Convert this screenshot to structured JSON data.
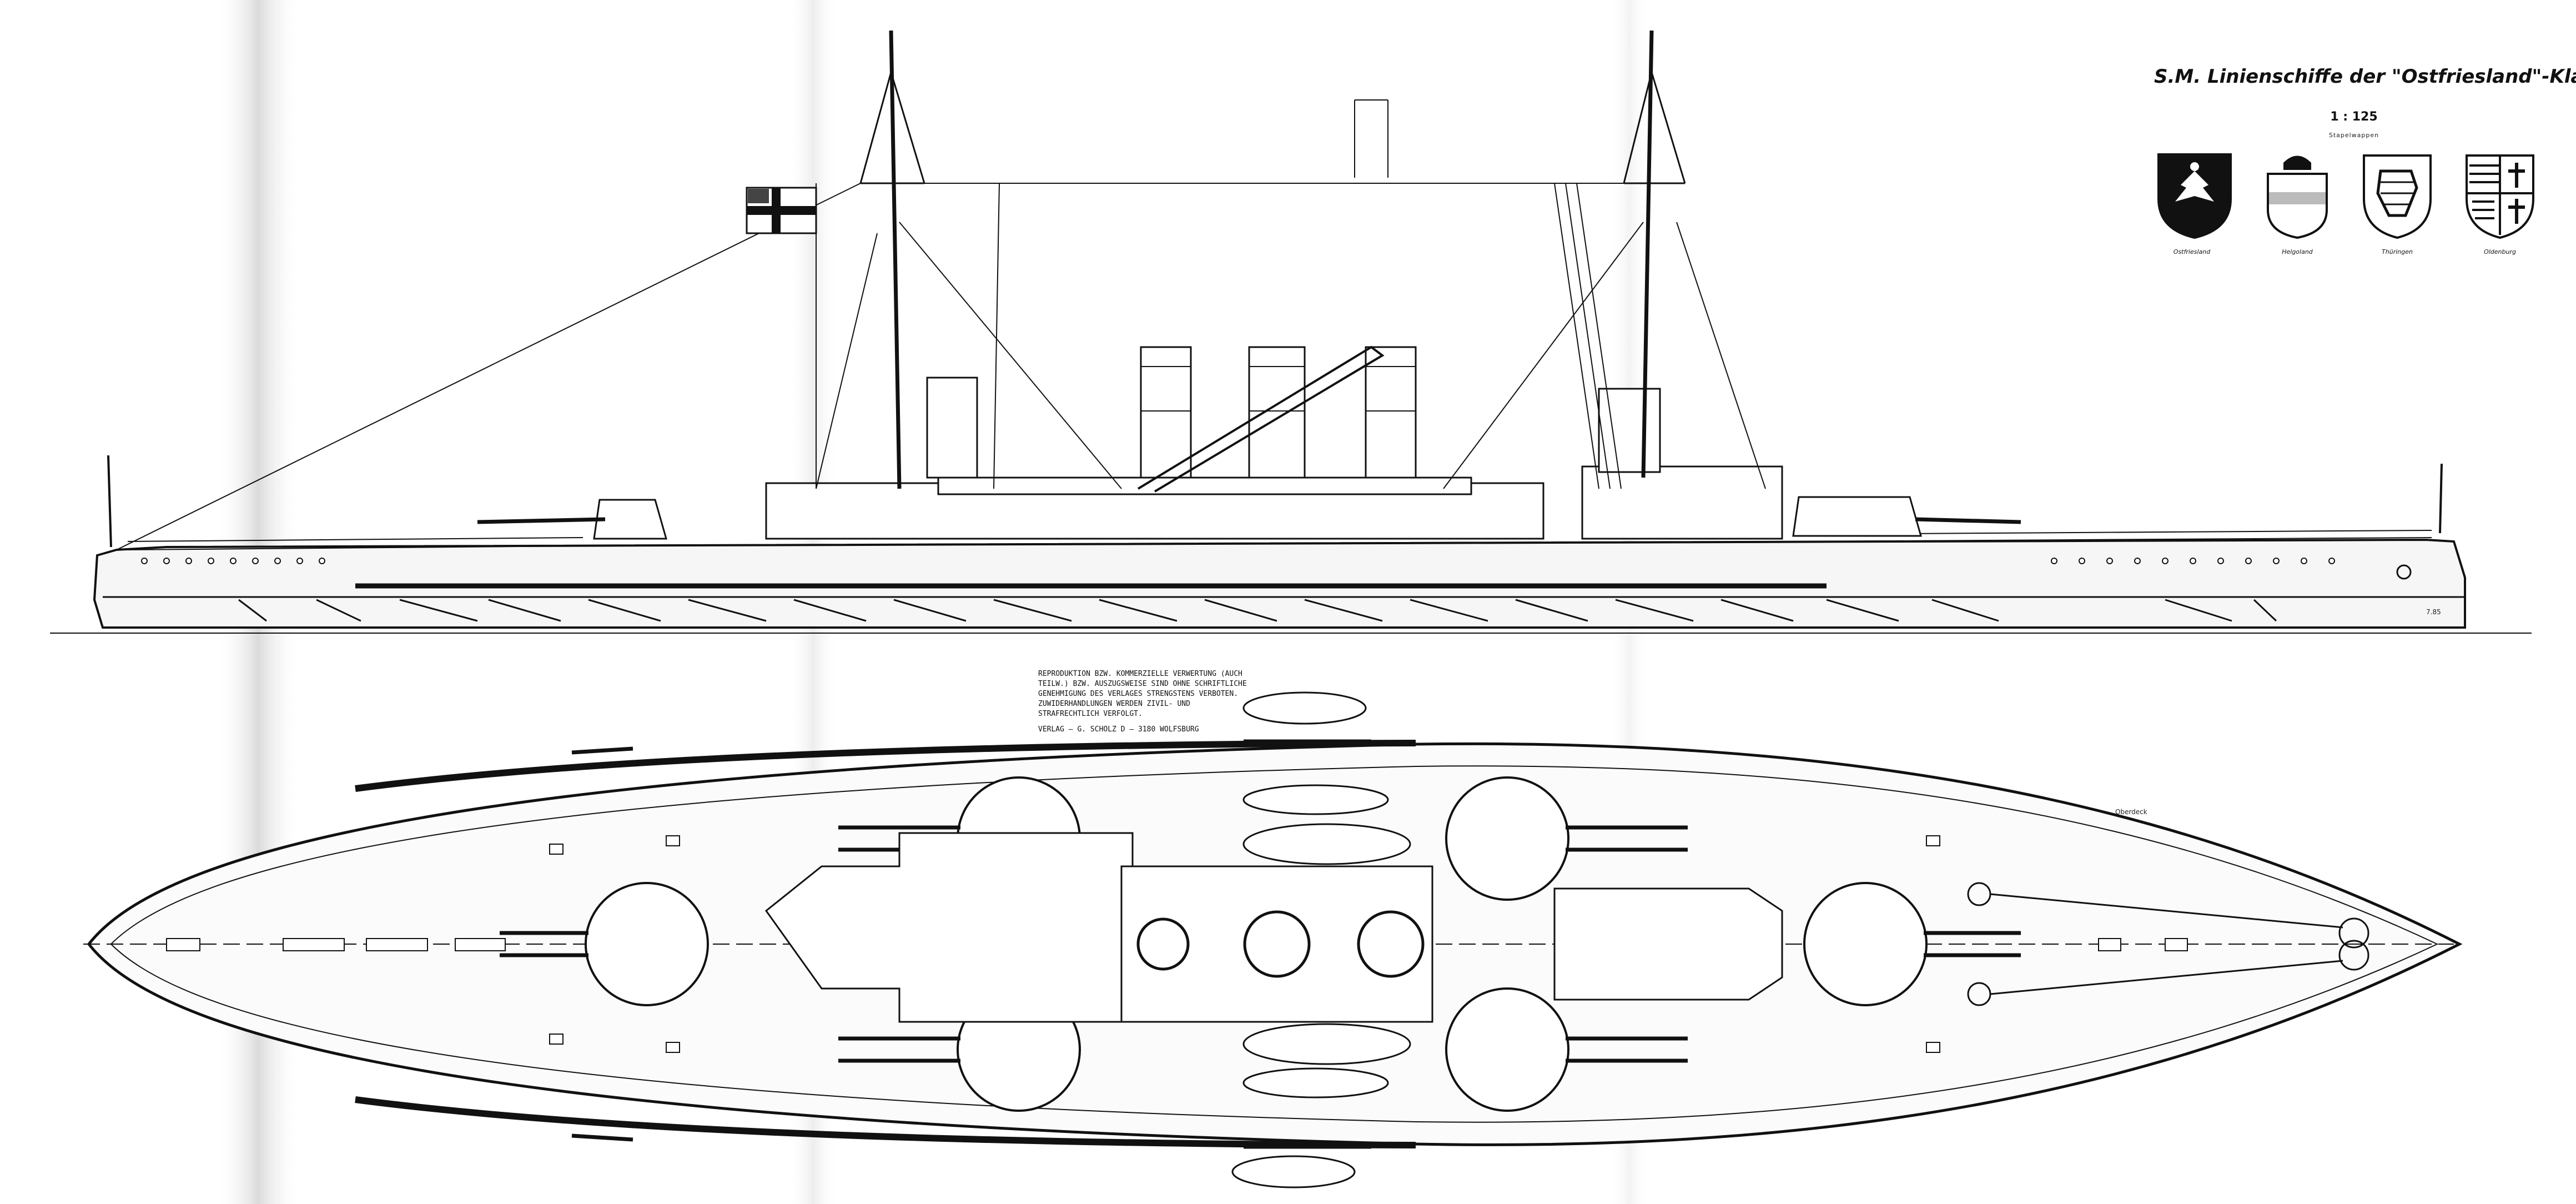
{
  "title": "S.M. Linienschiffe der \"Ostfriesland\"-Klasse",
  "scale": "1 : 125",
  "crest_header": "Stapelwappen",
  "crests": [
    {
      "name": "Ostfriesland",
      "icon": "ostfriesland-crest-icon"
    },
    {
      "name": "Helgoland",
      "icon": "helgoland-crest-icon"
    },
    {
      "name": "Thüringen",
      "icon": "thueringen-crest-icon"
    },
    {
      "name": "Oldenburg",
      "icon": "oldenburg-crest-icon"
    }
  ],
  "copyright_note": {
    "text": "Reproduktion bzw. kommerzielle Verwertung (auch teilw.) bzw. auszugsweise sind ohne schriftliche Genehmigung des Verlages strengstens verboten. Zuwiderhandlungen werden zivil- und strafrechtlich verfolgt.",
    "publisher": "Verlag – G. Scholz   D – 3180 Wolfsburg"
  },
  "stern_mark": "Oberdeck",
  "bow_mark": "7.85",
  "colors": {
    "ink": "#111111",
    "paper": "#ffffff",
    "hull_shade": "#e8e8e8",
    "flag_cross": "#111111"
  }
}
